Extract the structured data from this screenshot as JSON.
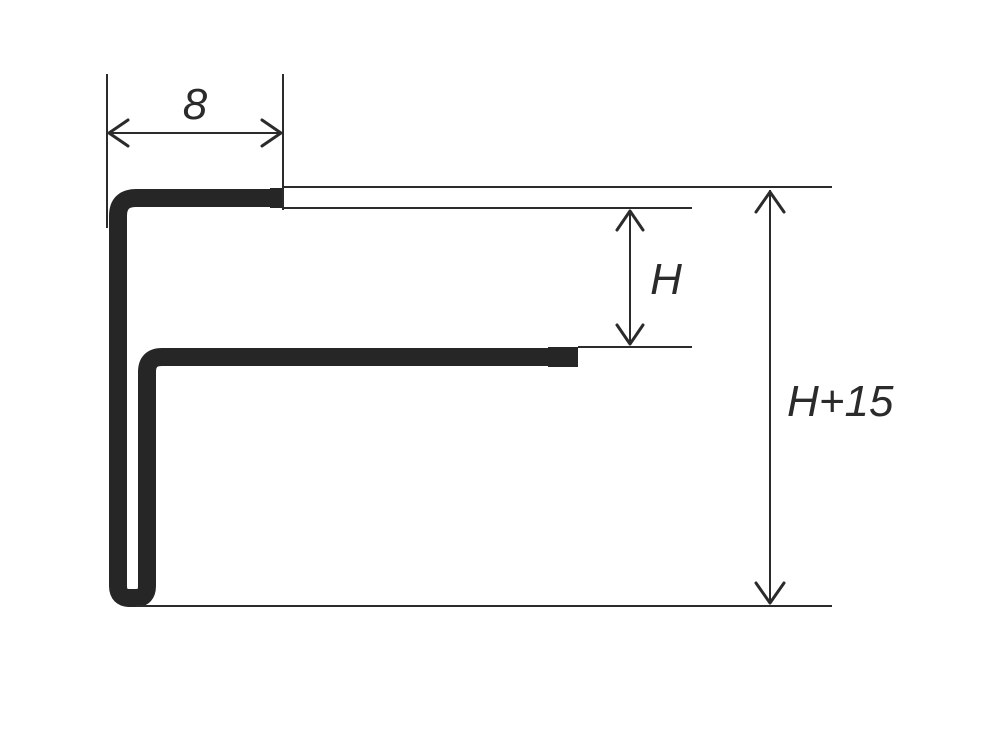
{
  "dimensions": {
    "width_label": "8",
    "height_label": "H",
    "total_height_label": "H+15"
  },
  "colors": {
    "profile": "#262626",
    "line": "#2b2b2b",
    "background": "#ffffff"
  }
}
